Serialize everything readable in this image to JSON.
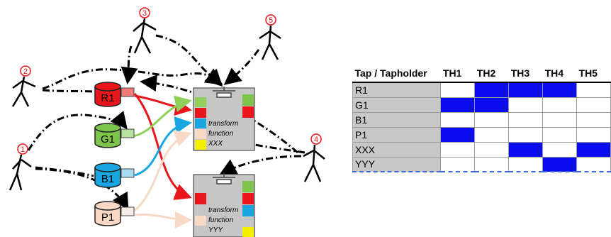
{
  "actors": [
    "1",
    "2",
    "3",
    "4",
    "5"
  ],
  "taps": [
    {
      "label": "R1",
      "color": "#e8161a"
    },
    {
      "label": "G1",
      "color": "#7cc44a"
    },
    {
      "label": "B1",
      "color": "#1aa6e0"
    },
    {
      "label": "P1",
      "color": "#f8d9c6"
    }
  ],
  "tapholders": [
    {
      "line1": "transform",
      "line2": "function",
      "line3": "XXX"
    },
    {
      "line1": "transform",
      "line2": "function",
      "line3": "YYY"
    }
  ],
  "table": {
    "header": [
      "Tap / Tapholder",
      "TH1",
      "TH2",
      "TH3",
      "TH4",
      "TH5"
    ],
    "rows": [
      {
        "label": "R1",
        "cells": [
          "",
          "1",
          "1",
          "1",
          ""
        ],
        "filled": [
          false,
          true,
          true,
          true,
          false
        ]
      },
      {
        "label": "G1",
        "cells": [
          "1",
          "1",
          "",
          "",
          ""
        ],
        "filled": [
          true,
          true,
          false,
          false,
          false
        ]
      },
      {
        "label": "B1",
        "cells": [
          "",
          "",
          "",
          "",
          ""
        ],
        "filled": [
          false,
          false,
          false,
          false,
          false
        ]
      },
      {
        "label": "P1",
        "cells": [
          "1",
          "",
          "",
          "",
          ""
        ],
        "filled": [
          true,
          false,
          false,
          false,
          false
        ]
      },
      {
        "label": "XXX",
        "cells": [
          "",
          "",
          "1",
          "",
          ""
        ],
        "filled": [
          false,
          false,
          true,
          false,
          true
        ]
      },
      {
        "label": "YYY",
        "cells": [
          "",
          "",
          "",
          "1",
          ""
        ],
        "filled": [
          false,
          false,
          false,
          true,
          false
        ]
      }
    ]
  }
}
